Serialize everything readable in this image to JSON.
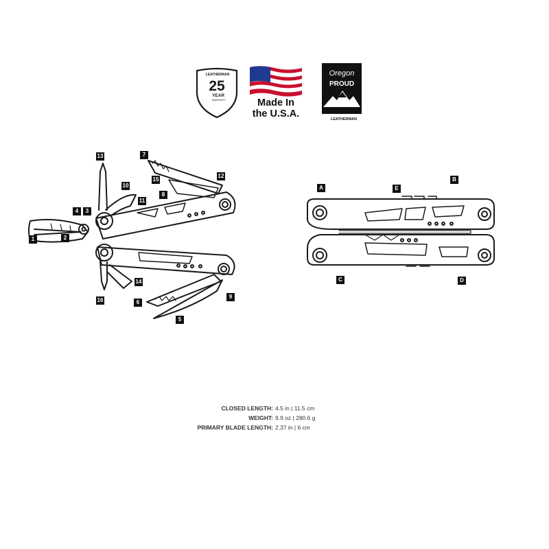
{
  "badges": {
    "warranty": {
      "brand": "LEATHERMAN",
      "number": "25",
      "word": "YEAR",
      "sub": "WARRANTY"
    },
    "made_in": {
      "line1": "Made In",
      "line2": "the U.S.A."
    },
    "oregon": {
      "line1": "Oregon",
      "line2": "PROUD",
      "brand": "LEATHERMAN"
    }
  },
  "open_tool_callouts": [
    "1",
    "2",
    "3",
    "4",
    "5",
    "6",
    "7",
    "8",
    "9",
    "10",
    "11",
    "12",
    "13",
    "14",
    "15",
    "16"
  ],
  "closed_tool_callouts": [
    "A",
    "B",
    "C",
    "D",
    "E"
  ],
  "specs": [
    {
      "label": "CLOSED LENGTH:",
      "value": "4.5 in | 11.5 cm"
    },
    {
      "label": "WEIGHT:",
      "value": "9.9 oz | 280.6 g"
    },
    {
      "label": "PRIMARY BLADE LENGTH:",
      "value": "2.37 in | 6 cm"
    }
  ],
  "colors": {
    "ink": "#1a1a1a",
    "flag_red": "#c8102e",
    "flag_blue": "#1f3a93"
  }
}
